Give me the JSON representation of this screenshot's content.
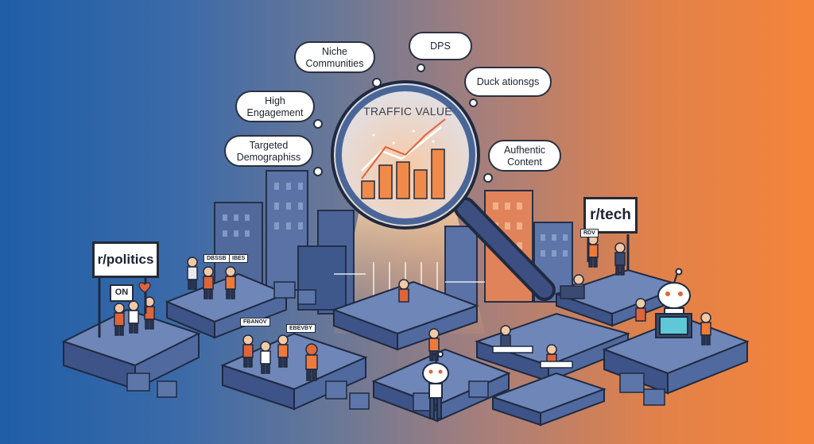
{
  "lens": {
    "title": "TRAFFIC VALUE"
  },
  "bubbles": {
    "niche": [
      "Niche",
      "Communities"
    ],
    "dps": "DPS",
    "duck": "Duck ationsgs",
    "high": [
      "High",
      "Engagement"
    ],
    "targeted": [
      "Targeted",
      "Demographiss"
    ],
    "authentic": [
      "Aufhentic",
      "Content"
    ]
  },
  "signs": {
    "politics": "r/politics",
    "tech": "r/tech",
    "on": "ON",
    "small_1": "DBSSB",
    "small_2": "IBES",
    "small_3": "FBANOV",
    "small_4": "EBEVBY",
    "small_5": "RDV"
  },
  "colors": {
    "left": "#1f5ea8",
    "right": "#f5843a",
    "building": "#4a6699",
    "accent": "#f07a3a"
  }
}
